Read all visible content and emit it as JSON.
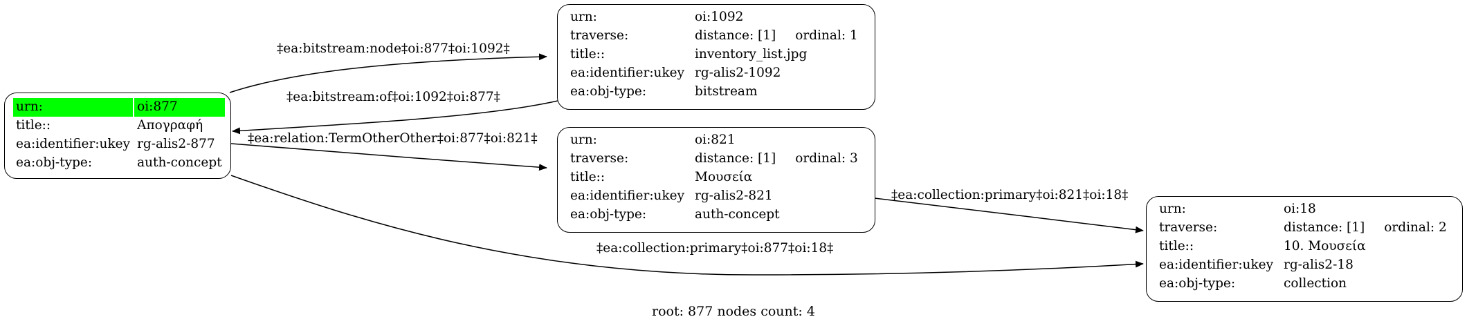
{
  "nodes": {
    "n877": {
      "rows": [
        {
          "k": "urn:",
          "v": "oi:877"
        },
        {
          "k": "title::",
          "v": "Απογραφή"
        },
        {
          "k": "ea:identifier:ukey",
          "v": "rg-alis2-877"
        },
        {
          "k": "ea:obj-type:",
          "v": "auth-concept"
        }
      ]
    },
    "n1092": {
      "rows": [
        {
          "k": "urn:",
          "v": "oi:1092"
        },
        {
          "k": "traverse:",
          "v": "distance: [1]",
          "v2": "ordinal: 1"
        },
        {
          "k": "title::",
          "v": "inventory_list.jpg"
        },
        {
          "k": "ea:identifier:ukey",
          "v": "rg-alis2-1092"
        },
        {
          "k": "ea:obj-type:",
          "v": "bitstream"
        }
      ]
    },
    "n821": {
      "rows": [
        {
          "k": "urn:",
          "v": "oi:821"
        },
        {
          "k": "traverse:",
          "v": "distance: [1]",
          "v2": "ordinal: 3"
        },
        {
          "k": "title::",
          "v": "Μουσεία"
        },
        {
          "k": "ea:identifier:ukey",
          "v": "rg-alis2-821"
        },
        {
          "k": "ea:obj-type:",
          "v": "auth-concept"
        }
      ]
    },
    "n18": {
      "rows": [
        {
          "k": "urn:",
          "v": "oi:18"
        },
        {
          "k": "traverse:",
          "v": "distance: [1]",
          "v2": "ordinal: 2"
        },
        {
          "k": "title::",
          "v": "10. Μουσεία"
        },
        {
          "k": "ea:identifier:ukey",
          "v": "rg-alis2-18"
        },
        {
          "k": "ea:obj-type:",
          "v": "collection"
        }
      ]
    }
  },
  "edges": {
    "e1": "‡ea:bitstream:node‡oi:877‡oi:1092‡",
    "e2": "‡ea:bitstream:of‡oi:1092‡oi:877‡",
    "e3": "‡ea:relation:TermOtherOther‡oi:877‡oi:821‡",
    "e4": "‡ea:collection:primary‡oi:821‡oi:18‡",
    "e5": "‡ea:collection:primary‡oi:877‡oi:18‡"
  },
  "footer": "root: 877 nodes count: 4"
}
